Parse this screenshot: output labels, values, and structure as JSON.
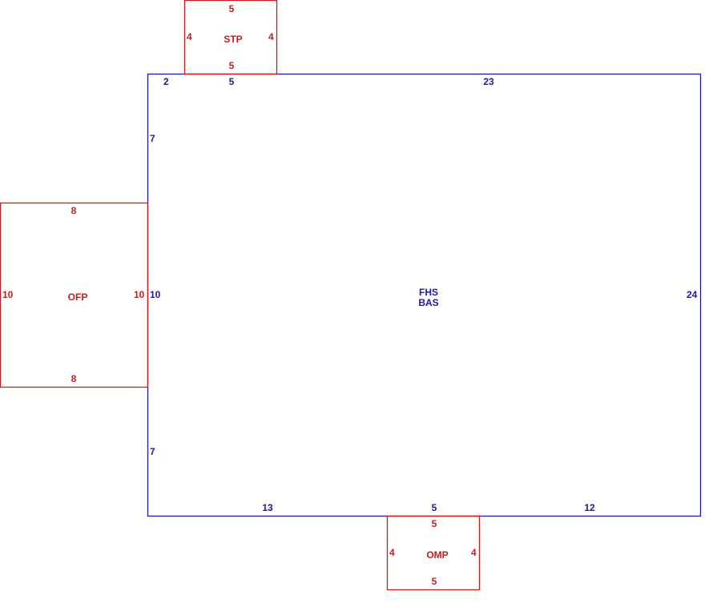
{
  "colors": {
    "main": "#1a1aa6",
    "addition": "#cc1a1a"
  },
  "main_area": {
    "labels": [
      "FHS",
      "BAS"
    ],
    "dims": {
      "top_left": "2",
      "top_mid": "5",
      "top_right": "23",
      "left_upper": "7",
      "left_mid": "10",
      "left_lower": "7",
      "right": "24",
      "bottom_left": "13",
      "bottom_mid": "5",
      "bottom_right": "12"
    }
  },
  "stp": {
    "label": "STP",
    "top": "5",
    "bottom": "5",
    "left": "4",
    "right": "4"
  },
  "ofp": {
    "label": "OFP",
    "top": "8",
    "bottom": "8",
    "left": "10",
    "right": "10"
  },
  "omp": {
    "label": "OMP",
    "top": "5",
    "bottom": "5",
    "left": "4",
    "right": "4"
  }
}
